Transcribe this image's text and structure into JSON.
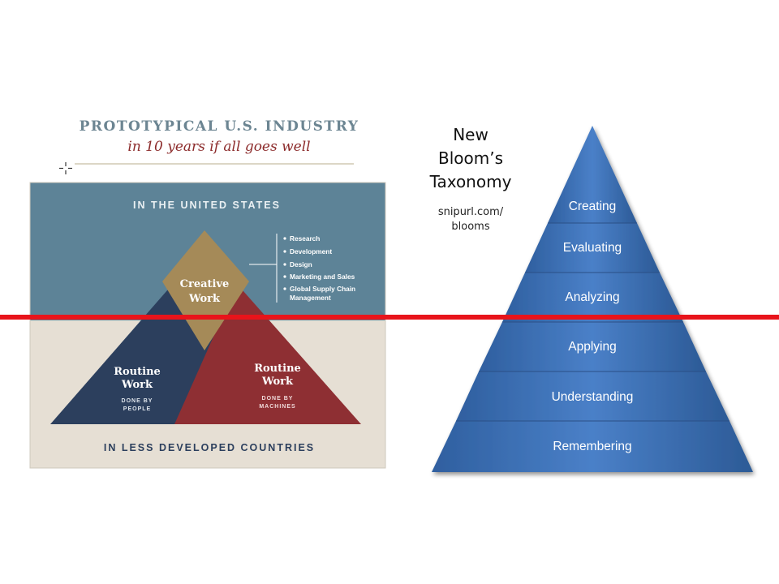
{
  "industry": {
    "title": "PROTOTYPICAL U.S. INDUSTRY",
    "subtitle": "in 10 years if all goes well",
    "top_region": "IN THE UNITED STATES",
    "bottom_region": "IN LESS DEVELOPED COUNTRIES",
    "creative": {
      "line1": "Creative",
      "line2": "Work"
    },
    "creative_list": [
      "Research",
      "Development",
      "Design",
      "Marketing and Sales",
      "Global Supply Chain",
      "Management"
    ],
    "routine_people": {
      "line1": "Routine",
      "line2": "Work",
      "note1": "DONE BY",
      "note2": "PEOPLE"
    },
    "routine_machines": {
      "line1": "Routine",
      "line2": "Work",
      "note1": "DONE BY",
      "note2": "MACHINES"
    },
    "colors": {
      "top_bg": "#5d8397",
      "bottom_bg": "#e6dfd4",
      "creative": "#a58a58",
      "people": "#2c3f5d",
      "machines": "#8e2f33",
      "title": "#6c8592",
      "subtitle": "#8c2b2b"
    }
  },
  "bloom": {
    "heading_line1": "New",
    "heading_line2": "Bloom’s",
    "heading_line3": "Taxonomy",
    "link_line1": "snipurl.com/",
    "link_line2": "blooms",
    "levels": [
      "Creating",
      "Evaluating",
      "Analyzing",
      "Applying",
      "Understanding",
      "Remembering"
    ],
    "color": "#3a6fba"
  },
  "divider_color": "#e8141b"
}
